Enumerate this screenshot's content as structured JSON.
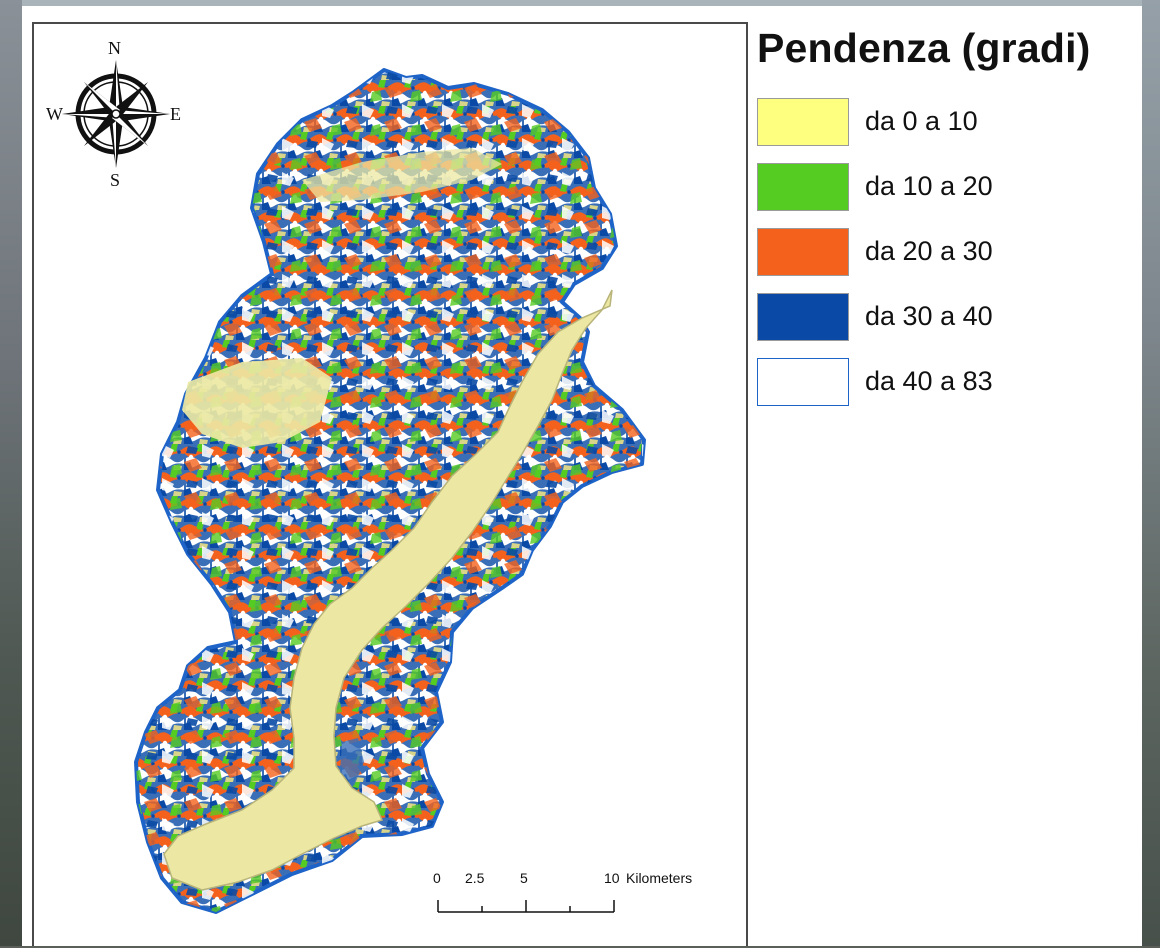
{
  "legend": {
    "title": "Pendenza (gradi)",
    "classes": [
      {
        "label": "da 0 a 10",
        "color": "#ffff7f"
      },
      {
        "label": "da 10 a 20",
        "color": "#55cc22"
      },
      {
        "label": "da 20 a 30",
        "color": "#f4611c"
      },
      {
        "label": "da 30 a 40",
        "color": "#0a4aa6"
      },
      {
        "label": "da 40 a 83",
        "color": "#ffffff"
      }
    ]
  },
  "compass": {
    "north": "N",
    "south": "S",
    "east": "E",
    "west": "W"
  },
  "scale": {
    "ticks": [
      "0",
      "2.5",
      "5",
      "10"
    ],
    "unit": "Kilometers"
  },
  "colors": {
    "boundary": "#1e64c8",
    "lake": "#ece8a3",
    "frame": "#4a4a4a"
  }
}
